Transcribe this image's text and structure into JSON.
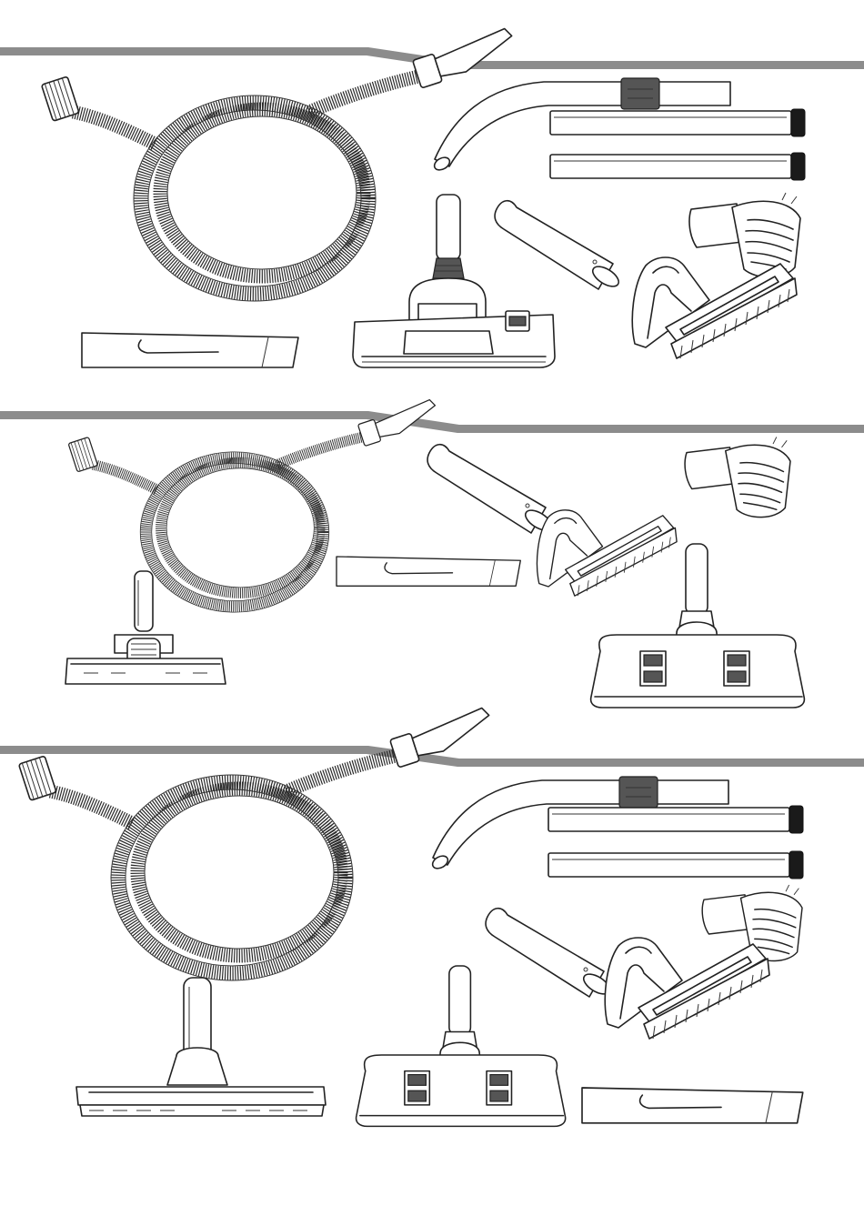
{
  "page": {
    "background": "#ffffff",
    "divider_color": "#8c8c8c",
    "line_color": "#222222"
  },
  "sections": [
    {
      "id": "set-1",
      "accessories": [
        "hose-icon",
        "extension-wand-icon",
        "extension-tube-icon",
        "extension-tube-icon",
        "crevice-tool-icon",
        "combination-floor-nozzle-icon",
        "tapered-nozzle-icon",
        "dusting-brush-icon",
        "upholstery-nozzle-icon"
      ]
    },
    {
      "id": "set-2",
      "accessories": [
        "hose-icon",
        "crevice-tool-icon",
        "tapered-nozzle-icon",
        "dusting-brush-icon",
        "upholstery-nozzle-icon",
        "turbo-brush-nozzle-icon",
        "dual-floor-nozzle-icon"
      ]
    },
    {
      "id": "set-3",
      "accessories": [
        "hose-icon",
        "extension-wand-icon",
        "extension-tube-icon",
        "extension-tube-icon",
        "tapered-nozzle-icon",
        "dusting-brush-icon",
        "upholstery-nozzle-icon",
        "wet-floor-squeegee-icon",
        "dual-floor-nozzle-icon",
        "crevice-tool-icon"
      ]
    }
  ]
}
